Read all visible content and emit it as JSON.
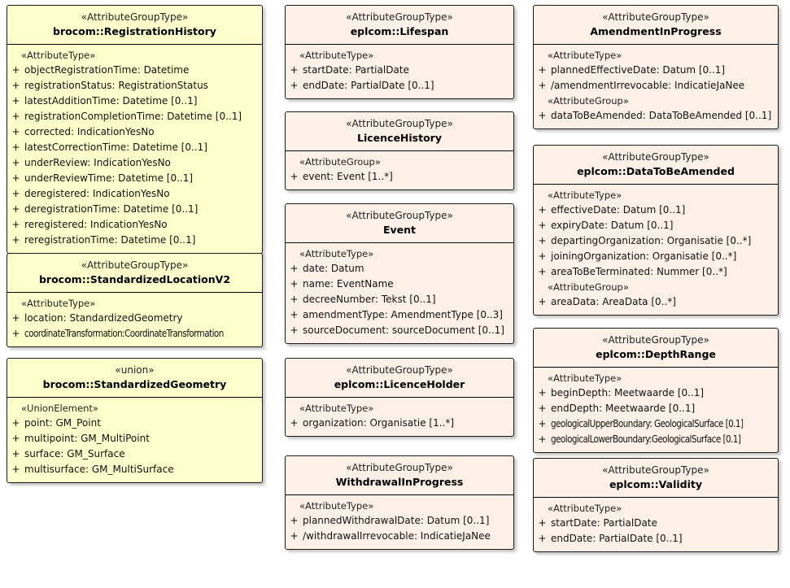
{
  "diagram": {
    "title": "UML class diagram",
    "colors": {
      "yellow_fill": "#ffffcc",
      "peach_fill": "#fdf0e6",
      "border": "#000000",
      "text": "#111111"
    }
  },
  "classes": {
    "registration_history": {
      "stereotype": "«AttributeGroupType»",
      "name": "brocom::RegistrationHistory",
      "sections": [
        {
          "label": "«AttributeType»",
          "attributes": [
            {
              "visibility": "+",
              "text": "objectRegistrationTime: Datetime"
            },
            {
              "visibility": "+",
              "text": "registrationStatus: RegistrationStatus"
            },
            {
              "visibility": "+",
              "text": "latestAdditionTime: Datetime [0..1]"
            },
            {
              "visibility": "+",
              "text": "registrationCompletionTime: Datetime [0..1]"
            },
            {
              "visibility": "+",
              "text": "corrected: IndicationYesNo"
            },
            {
              "visibility": "+",
              "text": "latestCorrectionTime: Datetime [0..1]"
            },
            {
              "visibility": "+",
              "text": "underReview: IndicationYesNo"
            },
            {
              "visibility": "+",
              "text": "underReviewTime: Datetime [0..1]"
            },
            {
              "visibility": "+",
              "text": "deregistered: IndicationYesNo"
            },
            {
              "visibility": "+",
              "text": "deregistrationTime: Datetime [0..1]"
            },
            {
              "visibility": "+",
              "text": "reregistered: IndicationYesNo"
            },
            {
              "visibility": "+",
              "text": "reregistrationTime: Datetime [0..1]"
            }
          ]
        }
      ]
    },
    "standardized_location_v2": {
      "stereotype": "«AttributeGroupType»",
      "name": "brocom::StandardizedLocationV2",
      "sections": [
        {
          "label": "«AttributeType»",
          "attributes": [
            {
              "visibility": "+",
              "text": "location: StandardizedGeometry"
            },
            {
              "visibility": "+",
              "text": "coordinateTransformation:CoordinateTransformation"
            }
          ]
        }
      ]
    },
    "standardized_geometry": {
      "stereotype": "«union»",
      "name": "brocom::StandardizedGeometry",
      "sections": [
        {
          "label": "«UnionElement»",
          "attributes": [
            {
              "visibility": "+",
              "text": "point: GM_Point"
            },
            {
              "visibility": "+",
              "text": "multipoint: GM_MultiPoint"
            },
            {
              "visibility": "+",
              "text": "surface: GM_Surface"
            },
            {
              "visibility": "+",
              "text": "multisurface: GM_MultiSurface"
            }
          ]
        }
      ]
    },
    "lifespan": {
      "stereotype": "«AttributeGroupType»",
      "name": "eplcom::Lifespan",
      "sections": [
        {
          "label": "«AttributeType»",
          "attributes": [
            {
              "visibility": "+",
              "text": "startDate: PartialDate"
            },
            {
              "visibility": "+",
              "text": "endDate: PartialDate [0..1]"
            }
          ]
        }
      ]
    },
    "licence_history": {
      "stereotype": "«AttributeGroupType»",
      "name": "LicenceHistory",
      "sections": [
        {
          "label": "«AttributeGroup»",
          "attributes": [
            {
              "visibility": "+",
              "text": "event: Event [1..*]"
            }
          ]
        }
      ]
    },
    "event": {
      "stereotype": "«AttributeGroupType»",
      "name": "Event",
      "sections": [
        {
          "label": "«AttributeType»",
          "attributes": [
            {
              "visibility": "+",
              "text": "date: Datum"
            },
            {
              "visibility": "+",
              "text": "name: EventName"
            },
            {
              "visibility": "+",
              "text": "decreeNumber: Tekst [0..1]"
            },
            {
              "visibility": "+",
              "text": "amendmentType: AmendmentType [0..3]"
            },
            {
              "visibility": "+",
              "text": "sourceDocument: sourceDocument [0..1]"
            }
          ]
        }
      ]
    },
    "licence_holder": {
      "stereotype": "«AttributeGroupType»",
      "name": "eplcom::LicenceHolder",
      "sections": [
        {
          "label": "«AttributeType»",
          "attributes": [
            {
              "visibility": "+",
              "text": "organization: Organisatie [1..*]"
            }
          ]
        }
      ]
    },
    "withdrawal_in_progress": {
      "stereotype": "«AttributeGroupType»",
      "name": "WithdrawalInProgress",
      "sections": [
        {
          "label": "«AttributeType»",
          "attributes": [
            {
              "visibility": "+",
              "text": "plannedWithdrawalDate: Datum [0..1]"
            },
            {
              "visibility": "+",
              "text": "/withdrawalIrrevocable: IndicatieJaNee"
            }
          ]
        }
      ]
    },
    "amendment_in_progress": {
      "stereotype": "«AttributeGroupType»",
      "name": "AmendmentInProgress",
      "sections": [
        {
          "label": "«AttributeType»",
          "attributes": [
            {
              "visibility": "+",
              "text": "plannedEffectiveDate: Datum [0..1]"
            },
            {
              "visibility": "+",
              "text": "/amendmentIrrevocable: IndicatieJaNee"
            }
          ]
        },
        {
          "label": "«AttributeGroup»",
          "attributes": [
            {
              "visibility": "+",
              "text": "dataToBeAmended: DataToBeAmended [0..1]"
            }
          ]
        }
      ]
    },
    "data_to_be_amended": {
      "stereotype": "«AttributeGroupType»",
      "name": "eplcom::DataToBeAmended",
      "sections": [
        {
          "label": "«AttributeType»",
          "attributes": [
            {
              "visibility": "+",
              "text": "effectiveDate: Datum [0..1]"
            },
            {
              "visibility": "+",
              "text": "expiryDate: Datum [0..1]"
            },
            {
              "visibility": "+",
              "text": "departingOrganization: Organisatie [0..*]"
            },
            {
              "visibility": "+",
              "text": "joiningOrganization: Organisatie [0..*]"
            },
            {
              "visibility": "+",
              "text": "areaToBeTerminated: Nummer [0..*]"
            }
          ]
        },
        {
          "label": "«AttributeGroup»",
          "attributes": [
            {
              "visibility": "+",
              "text": "areaData: AreaData [0..*]"
            }
          ]
        }
      ]
    },
    "depth_range": {
      "stereotype": "«AttributeGroupType»",
      "name": "eplcom::DepthRange",
      "sections": [
        {
          "label": "«AttributeType»",
          "attributes": [
            {
              "visibility": "+",
              "text": "beginDepth: Meetwaarde [0..1]"
            },
            {
              "visibility": "+",
              "text": "endDepth: Meetwaarde [0..1]"
            },
            {
              "visibility": "+",
              "text": "geologicalUpperBoundary: GeologicalSurface [0.1]"
            },
            {
              "visibility": "+",
              "text": "geologicalLowerBoundary:GeologicalSurface [0.1]"
            }
          ]
        }
      ]
    },
    "validity": {
      "stereotype": "«AttributeGroupType»",
      "name": "eplcom::Validity",
      "sections": [
        {
          "label": "«AttributeType»",
          "attributes": [
            {
              "visibility": "+",
              "text": "startDate: PartialDate"
            },
            {
              "visibility": "+",
              "text": "endDate: PartialDate [0..1]"
            }
          ]
        }
      ]
    }
  }
}
